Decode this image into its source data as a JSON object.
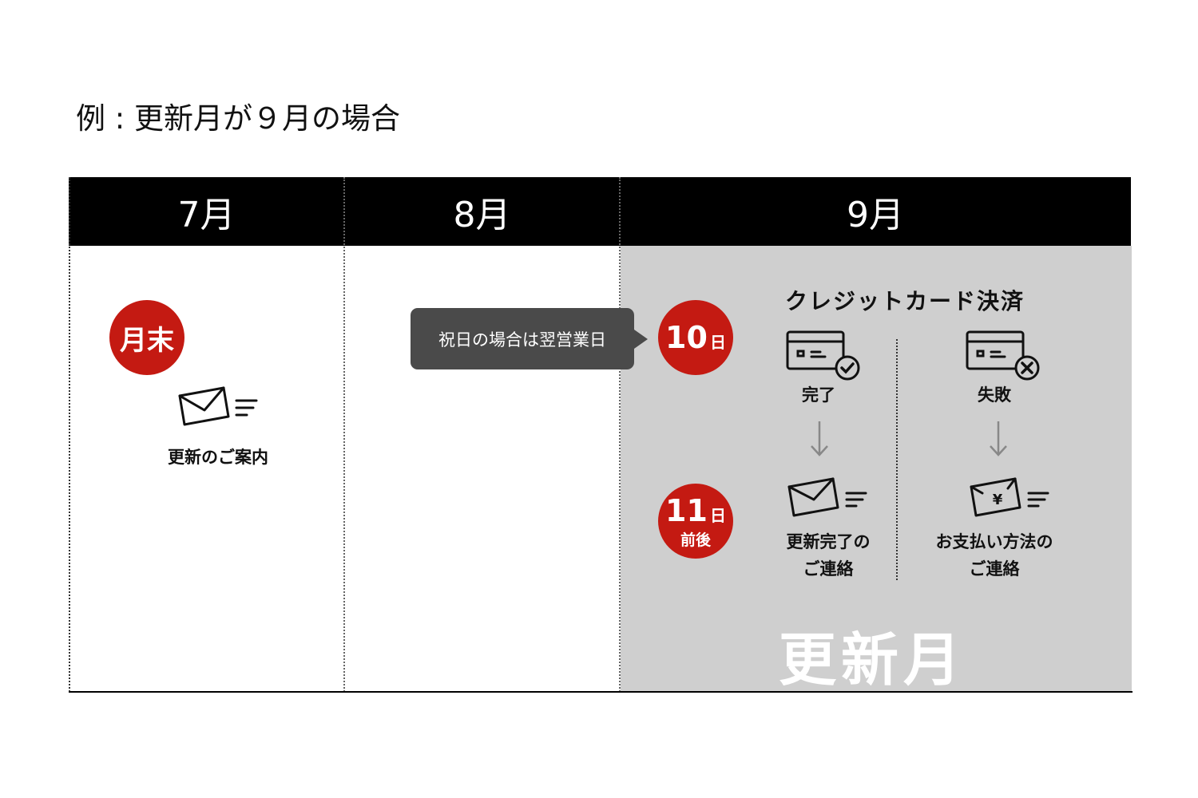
{
  "title": "例 : 更新月が９月の場合",
  "months": [
    "7月",
    "8月",
    "9月"
  ],
  "colors": {
    "accent_red": "#c41a12",
    "header_bg": "#000000",
    "renewal_bg": "#cfcfcf",
    "tooltip_bg": "#4a4a4a"
  },
  "july": {
    "badge": "月末",
    "notice": "更新のご案内"
  },
  "august": {
    "tooltip": "祝日の場合は翌営業日"
  },
  "september": {
    "badge_10": {
      "num": "10",
      "unit": "日"
    },
    "badge_11": {
      "num": "11",
      "unit": "日",
      "sub": "前後"
    },
    "heading": "クレジットカード決済",
    "success": {
      "label": "完了",
      "mail_line1": "更新完了の",
      "mail_line2": "ご連絡"
    },
    "failure": {
      "label": "失敗",
      "mail_line1": "お支払い方法の",
      "mail_line2": "ご連絡"
    },
    "renewal_label": "更新月"
  }
}
